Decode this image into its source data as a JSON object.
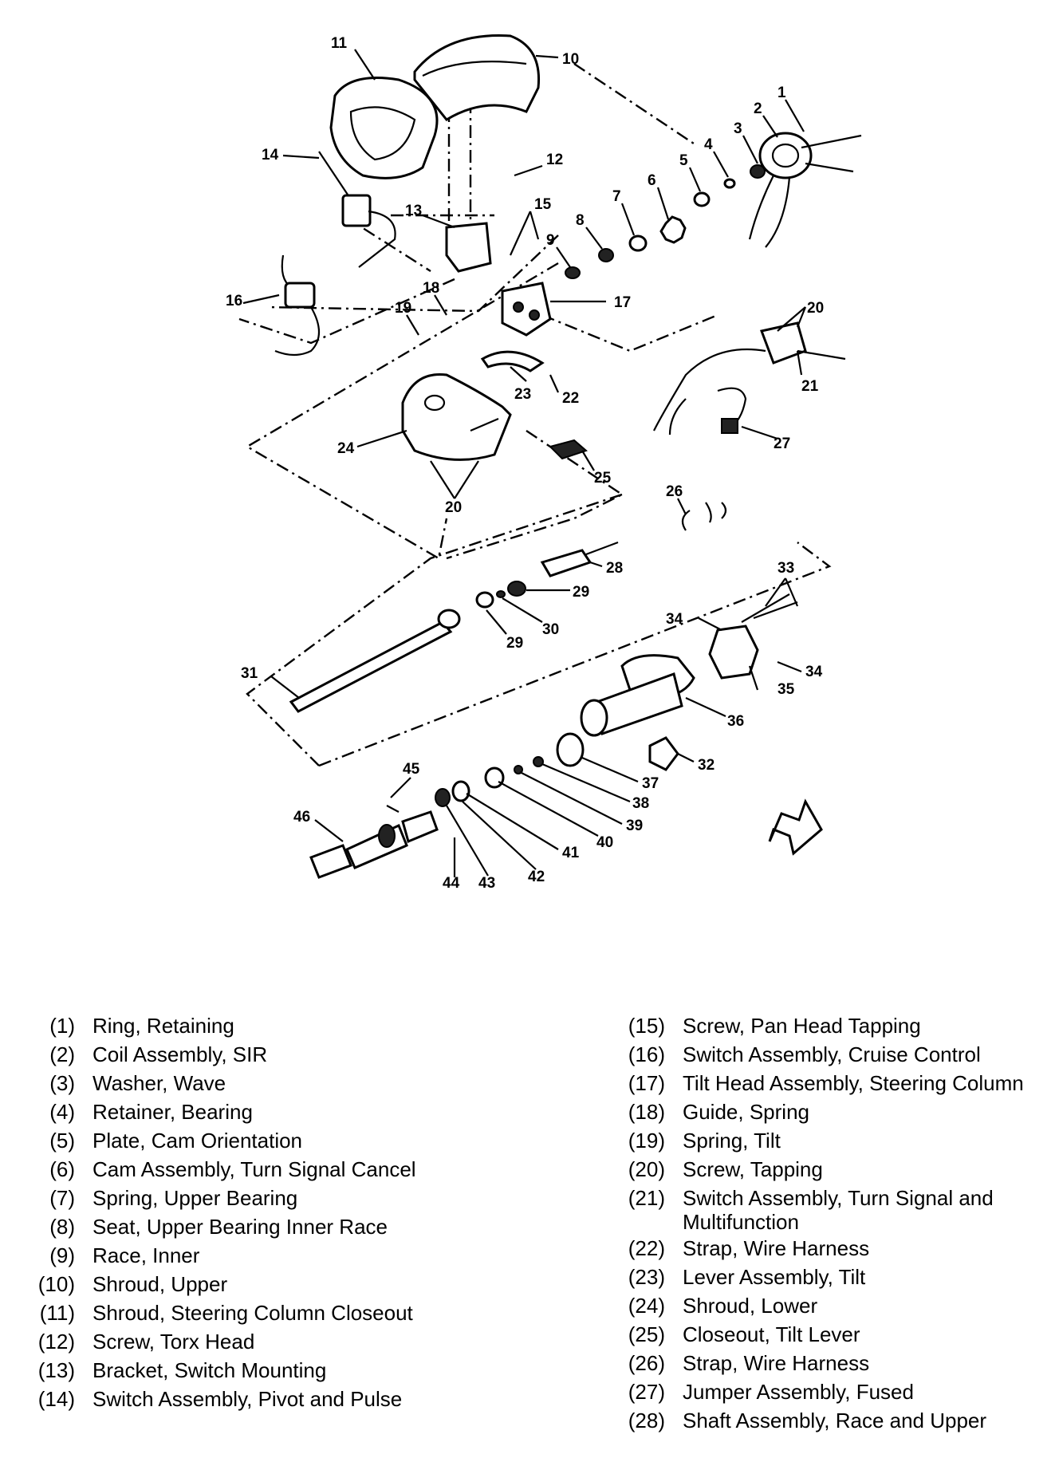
{
  "diagram": {
    "callouts": [
      "1",
      "2",
      "3",
      "4",
      "5",
      "6",
      "7",
      "8",
      "9",
      "10",
      "11",
      "12",
      "13",
      "14",
      "15",
      "16",
      "17",
      "18",
      "19",
      "20",
      "21",
      "22",
      "23",
      "24",
      "25",
      "20",
      "26",
      "28",
      "29",
      "30",
      "29",
      "31",
      "33",
      "34",
      "35",
      "34",
      "36",
      "32",
      "37",
      "38",
      "39",
      "40",
      "41",
      "42",
      "43",
      "44",
      "45",
      "46",
      "27"
    ]
  },
  "legend": {
    "left": [
      {
        "num": "(1)",
        "text": "Ring, Retaining"
      },
      {
        "num": "(2)",
        "text": "Coil Assembly, SIR"
      },
      {
        "num": "(3)",
        "text": "Washer, Wave"
      },
      {
        "num": "(4)",
        "text": "Retainer, Bearing"
      },
      {
        "num": "(5)",
        "text": "Plate, Cam Orientation"
      },
      {
        "num": "(6)",
        "text": "Cam Assembly, Turn Signal Cancel"
      },
      {
        "num": "(7)",
        "text": "Spring, Upper Bearing"
      },
      {
        "num": "(8)",
        "text": "Seat, Upper Bearing Inner Race"
      },
      {
        "num": "(9)",
        "text": "Race, Inner"
      },
      {
        "num": "(10)",
        "text": "Shroud, Upper"
      },
      {
        "num": "(11)",
        "text": "Shroud, Steering Column Closeout"
      },
      {
        "num": "(12)",
        "text": "Screw, Torx Head"
      },
      {
        "num": "(13)",
        "text": "Bracket, Switch Mounting"
      },
      {
        "num": "(14)",
        "text": "Switch Assembly, Pivot and Pulse"
      }
    ],
    "right": [
      {
        "num": "(15)",
        "text": "Screw, Pan Head Tapping"
      },
      {
        "num": "(16)",
        "text": "Switch Assembly, Cruise Control"
      },
      {
        "num": "(17)",
        "text": "Tilt Head Assembly, Steering Column"
      },
      {
        "num": "(18)",
        "text": "Guide, Spring"
      },
      {
        "num": "(19)",
        "text": "Spring, Tilt"
      },
      {
        "num": "(20)",
        "text": "Screw, Tapping"
      },
      {
        "num": "(21)",
        "text": "Switch Assembly, Turn Signal and Multifunction"
      },
      {
        "num": "(22)",
        "text": "Strap, Wire Harness"
      },
      {
        "num": "(23)",
        "text": "Lever Assembly, Tilt"
      },
      {
        "num": "(24)",
        "text": "Shroud, Lower"
      },
      {
        "num": "(25)",
        "text": "Closeout, Tilt Lever"
      },
      {
        "num": "(26)",
        "text": "Strap, Wire Harness"
      },
      {
        "num": "(27)",
        "text": "Jumper Assembly, Fused"
      },
      {
        "num": "(28)",
        "text": "Shaft Assembly, Race and Upper"
      }
    ]
  }
}
